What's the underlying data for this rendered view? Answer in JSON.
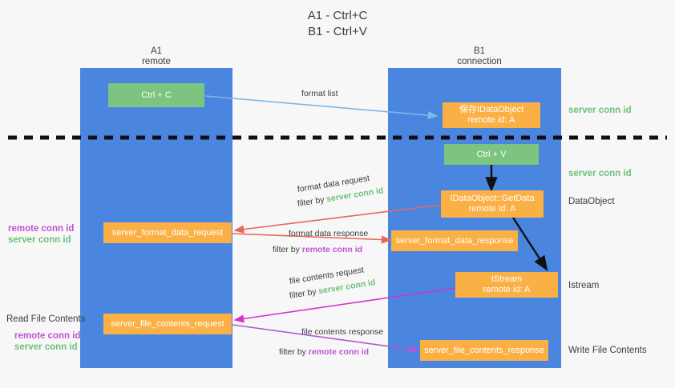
{
  "title": {
    "line1": "A1 - Ctrl+C",
    "line2": "B1 - Ctrl+V"
  },
  "lanes": [
    {
      "id": "a1",
      "name": "A1",
      "role": "remote"
    },
    {
      "id": "b1",
      "name": "B1",
      "role": "connection"
    }
  ],
  "boxes": {
    "ctrl_c": "Ctrl + C",
    "ctrl_v": "Ctrl + V",
    "save_dataobject_l1": "保存IDataObject",
    "save_dataobject_l2": "remote id: A",
    "getdata_l1": "IDataObject::GetData",
    "getdata_l2": "remote id: A",
    "istream_l1": "IStream",
    "istream_l2": "remote id: A",
    "server_format_data_request": "server_format_data_request",
    "server_format_data_response": "server_format_data_response",
    "server_file_contents_request": "server_file_contents_request",
    "server_file_contents_response": "server_file_contents_response"
  },
  "edges": {
    "format_list": "format list",
    "format_data_request": "format data request",
    "format_data_request_filter_prefix": "filter by ",
    "format_data_request_filter_value": "server conn id",
    "format_data_response": "format data response",
    "format_data_response_filter_prefix": "filter by ",
    "format_data_response_filter_value": "remote conn id",
    "file_contents_request": "file contents request",
    "file_contents_request_filter_prefix": "filter by ",
    "file_contents_request_filter_value": "server conn id",
    "file_contents_response": "file contents response",
    "file_contents_response_filter_prefix": "filter by ",
    "file_contents_response_filter_value": "remote conn id"
  },
  "annotations": {
    "right_server_conn_top": "server conn id",
    "right_server_conn_mid": "server conn id",
    "right_dataobject": "DataObject",
    "right_istream": "Istream",
    "right_write_file_contents": "Write File Contents",
    "left_remote_conn_mid": "remote conn id",
    "left_server_conn_mid": "server conn id",
    "left_read_file_contents": "Read File Contents",
    "left_remote_conn_bottom": "remote conn id",
    "left_server_conn_bottom": "server conn id"
  },
  "colors": {
    "lane": "#4a86e0",
    "box_green": "#7cc47f",
    "box_orange": "#fbb045",
    "server_conn": "#6cc07a",
    "remote_conn": "#c152d6",
    "arrow_blue": "#7fb6e8",
    "arrow_red": "#e8675c",
    "arrow_magenta": "#d832c8",
    "arrow_purple": "#b05ad0",
    "arrow_black": "#111111",
    "background": "#f7f7f7"
  }
}
